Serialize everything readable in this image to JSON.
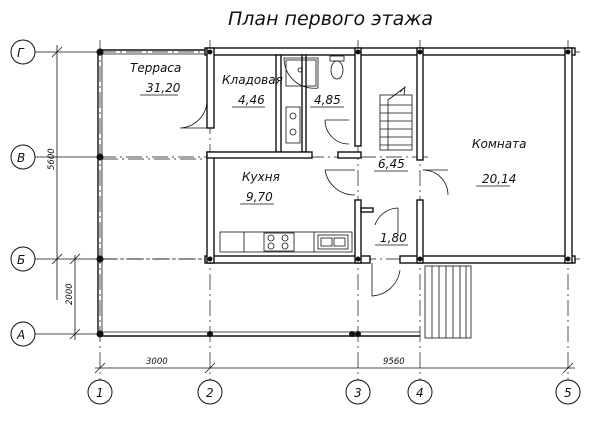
{
  "title": "План первого этажа",
  "axes": {
    "horizontal": [
      "Г",
      "В",
      "Б",
      "А"
    ],
    "vertical": [
      "1",
      "2",
      "3",
      "4",
      "5"
    ]
  },
  "dimensions": {
    "left_5600": "5600",
    "left_2000": "2000",
    "bottom_3000": "3000",
    "bottom_9560": "9560"
  },
  "rooms": [
    {
      "name": "Терраса",
      "area": "31,20"
    },
    {
      "name": "Кладовая",
      "area": "4,46"
    },
    {
      "name": "",
      "area": "4,85"
    },
    {
      "name": "Кухня",
      "area": "9,70"
    },
    {
      "name": "",
      "area": "6,45"
    },
    {
      "name": "",
      "area": "1,80"
    },
    {
      "name": "Комната",
      "area": "20,14"
    }
  ]
}
